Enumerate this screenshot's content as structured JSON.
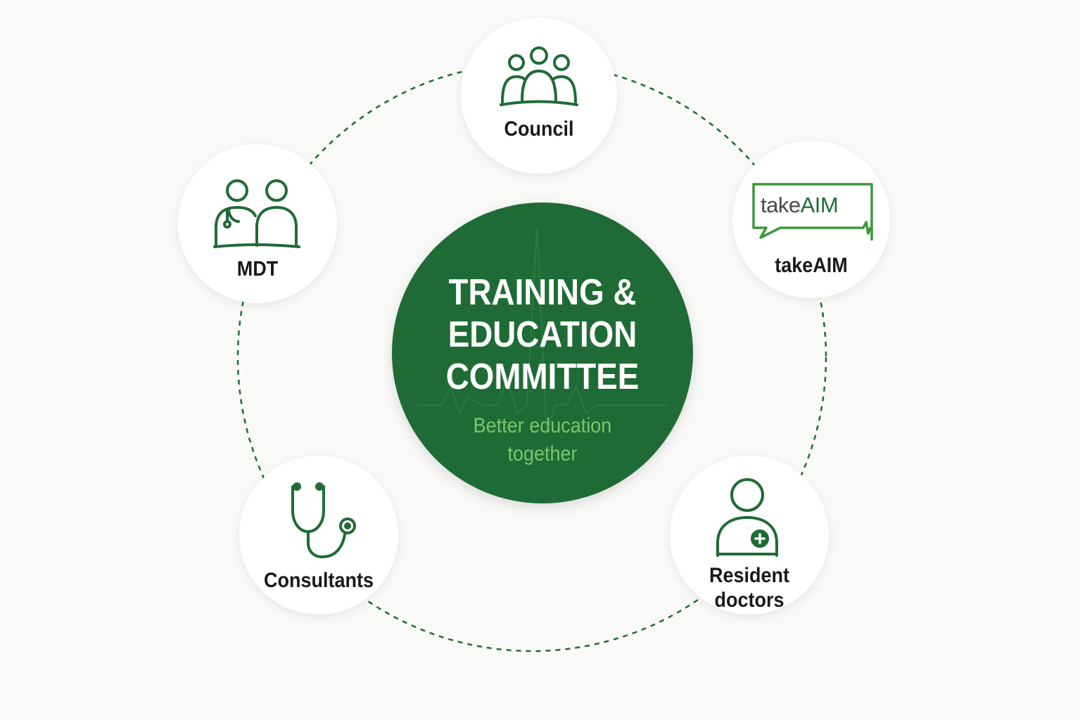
{
  "colors": {
    "background": "#f9f9f7",
    "center_fill": "#1f6b35",
    "center_title": "#ffffff",
    "center_subtitle": "#7ec46a",
    "icon_stroke": "#1f6b35",
    "ring_dash": "#1f6b35",
    "node_fill": "#ffffff"
  },
  "center": {
    "title_lines": [
      "TRAINING &",
      "EDUCATION",
      "COMMITTEE"
    ],
    "subtitle_lines": [
      "Better education",
      "together"
    ]
  },
  "nodes": {
    "council": {
      "label": "Council",
      "icon": "group-icon"
    },
    "takeaim": {
      "label": "takeAIM",
      "icon": "takeaim-logo",
      "logo_text_take": "take",
      "logo_text_aim": "AIM"
    },
    "mdt": {
      "label": "MDT",
      "icon": "team-icon"
    },
    "consultants": {
      "label": "Consultants",
      "icon": "stethoscope-icon"
    },
    "resident": {
      "label_lines": [
        "Resident",
        "doctors"
      ],
      "icon": "doctor-icon"
    }
  }
}
